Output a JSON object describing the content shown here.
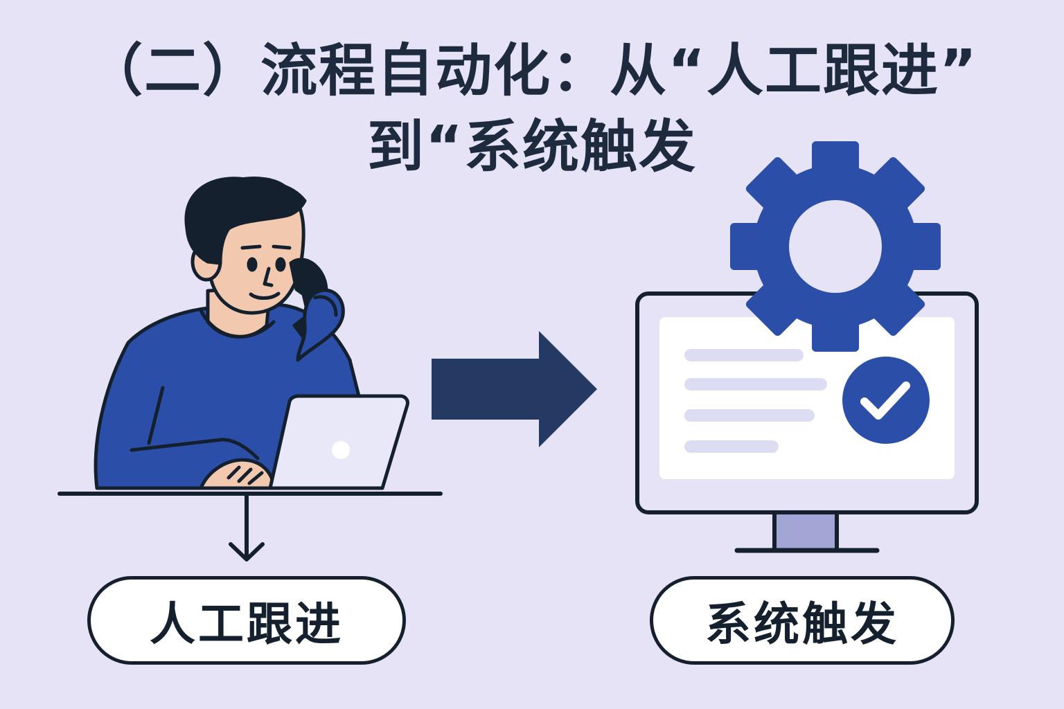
{
  "title": {
    "line1": "（二）流程自动化：从“人工跟进”",
    "line2": "到“系统触发"
  },
  "left": {
    "label": "人工跟进",
    "icon": "person-on-phone-with-laptop-icon"
  },
  "right": {
    "label": "系统触发",
    "icon": "monitor-with-gear-icon"
  },
  "colors": {
    "background": "#e6e3f7",
    "navy": "#1e2a3e",
    "blue": "#2b4fa8",
    "arrow": "#253a63",
    "skin": "#f2c9ae"
  }
}
